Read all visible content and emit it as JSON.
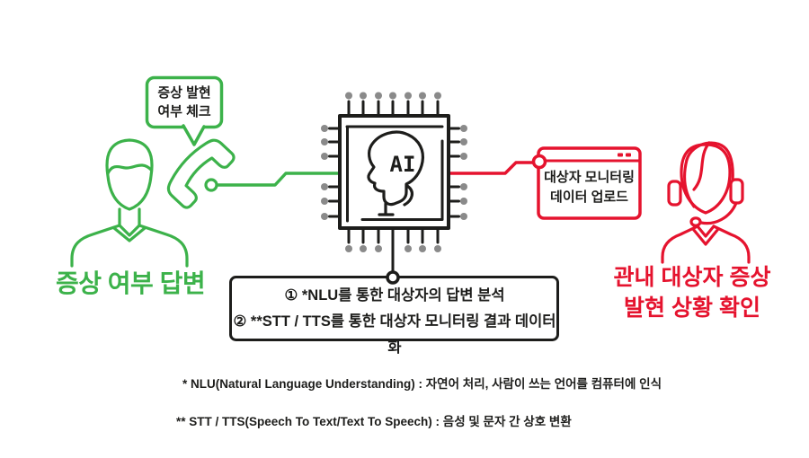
{
  "palette": {
    "green": "#3cb24a",
    "red": "#e5132e",
    "ink": "#1d1d1b",
    "gray": "#8a8a8a"
  },
  "left": {
    "bubble_line1": "증상 발현",
    "bubble_line2": "여부 체크",
    "caption": "증상 여부 답변"
  },
  "chip": {
    "label": "AI"
  },
  "upload_box": {
    "line1": "대상자 모니터링",
    "line2": "데이터 업로드"
  },
  "right": {
    "caption_line1": "관내 대상자 증상",
    "caption_line2": "발현 상황 확인"
  },
  "process_box": {
    "line1": "① *NLU를 통한 대상자의 답변 분석",
    "line2": "② **STT / TTS를 통한 대상자 모니터링 결과 데이터화"
  },
  "footnotes": {
    "line1": "* NLU(Natural Language Understanding) : 자연어 처리, 사람이 쓰는 언어를 컴퓨터에 인식",
    "line2": "** STT / TTS(Speech To Text/Text To Speech) : 음성 및 문자 간 상호 변환"
  }
}
